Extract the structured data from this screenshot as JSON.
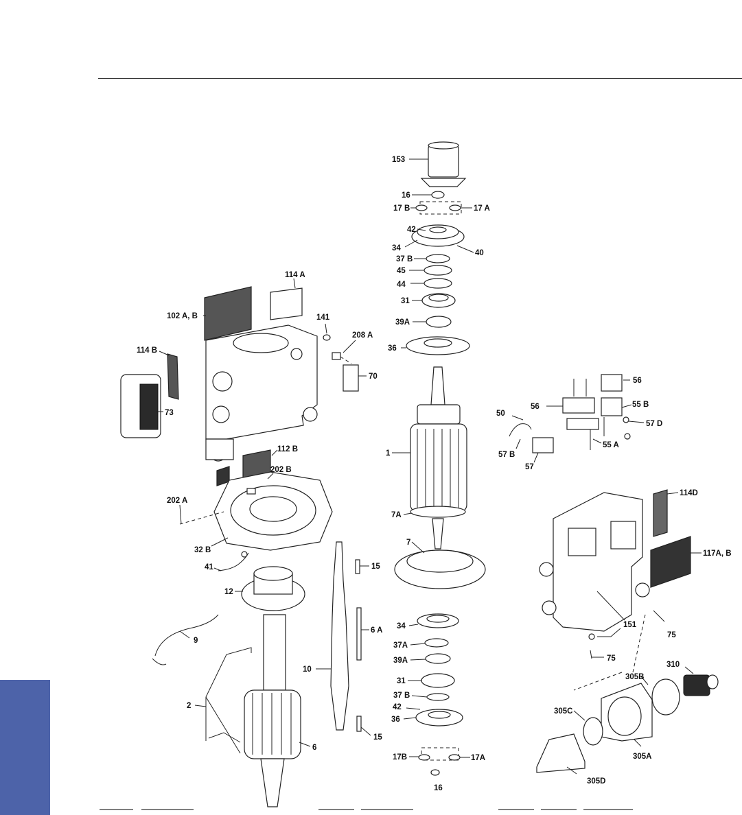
{
  "colors": {
    "accent": "#4d63a9",
    "ink": "#222222"
  },
  "labels": {
    "l153": "153",
    "l16a": "16",
    "l17b_top": "17 B",
    "l17a_top": "17 A",
    "l42a": "42",
    "l34a": "34",
    "l40": "40",
    "l37b_a": "37 B",
    "l45": "45",
    "l44": "44",
    "l31a": "31",
    "l39a_a": "39A",
    "l36a": "36",
    "l114a": "114 A",
    "l102ab": "102 A, B",
    "l141": "141",
    "l208a": "208 A",
    "l70": "70",
    "l114b": "114 B",
    "l73": "73",
    "l112b": "112 B",
    "l202b": "202 B",
    "l202a": "202 A",
    "l32b": "32 B",
    "l41": "41",
    "l12": "12",
    "l9": "9",
    "l2": "2",
    "l6": "6",
    "l10": "10",
    "l15a": "15",
    "l6a": "6 A",
    "l15b": "15",
    "l1": "1",
    "l7a": "7A",
    "l7": "7",
    "l34b": "34",
    "l37a": "37A",
    "l39a_b": "39A",
    "l31b": "31",
    "l37b_b": "37 B",
    "l42b": "42",
    "l36b": "36",
    "l17b_bot": "17B",
    "l17a_bot": "17A",
    "l16b": "16",
    "l56a": "56",
    "l56b": "56",
    "l55b": "55 B",
    "l50": "50",
    "l57d": "57 D",
    "l55a": "55 A",
    "l57b": "57 B",
    "l57": "57",
    "l114d": "114D",
    "l117ab": "117A, B",
    "l151": "151",
    "l75a": "75",
    "l75b": "75",
    "l310": "310",
    "l305b": "305B",
    "l305c": "305C",
    "l305a": "305A",
    "l305d": "305D"
  }
}
